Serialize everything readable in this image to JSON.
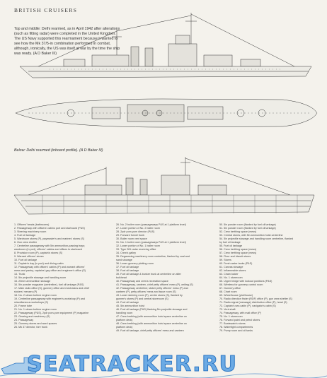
{
  "header": {
    "title": "BRITISH CRUISERS"
  },
  "captions": {
    "top": "Top and middle: Delhi rearmed, as in April 1942 after alterations (such as fitting radar) were completed in the United Kingdom. The US Navy supported this rearmament because it wanted to see how the Mk 37/5-in combination performed in combat, although, ironically, the US was itself at war by the time the ship was ready. (A D Baker III)",
    "mid": "Below: Delhi rearmed (inboard profile). (A D Baker III)"
  },
  "legend": {
    "col1": [
      "1. Officers' heads (bathrooms)",
      "2. Passageway with officers' cabins port and starboard (P&S)",
      "3. Steering machinery room",
      "4. Fuel oil tankage",
      "5. Wardroom stores (P), paymaster's and marines' stores (S)",
      "6. Gun crew shelter",
      "7. Centreline passageway with 5in ammunition-passing trays;",
      "   wardroom (in port), officers' cabins and offices to starboard",
      "8. Provision room (P), captain's stores (S)",
      "9. Warrant officers' stores",
      "10. Fuel oil tankage",
      "11. Captain's day (in port) and dining cabin",
      "12. Passageway with officers' cabins (P) and warrant officers'",
      "   mess and pantry, captains' gay office and engineer's office (S)",
      "13. Trunk",
      "14. 5in projectile stowage and handling room",
      "15. 20mm ammunition stowage",
      "16. 5in powder magazine (centreline), fuel oil tankage (P&S)",
      "17. Main radio office (S), gunnery office and mechanics and chief",
      "   stokers' messes (P)",
      "18. No. 2 steam turbine engine room",
      "19. Centreline passageway with engineer's workshop (P) and",
      "   miscellaneous workshops (S)",
      "20. Frame tube",
      "21. No. 1 steam turbine engine room",
      "22. Passageway (P&S), 2pdr pom-pom equipment (P) magazine",
      "23. Gearing and machinery (S)",
      "24. Passageway",
      "25. Gunnery stores and ward spaces",
      "26. Mk 37 director, fore trunk"
    ],
    "col2": [
      "26. No. 2 boiler room (passageways P&S at 1 platform level)",
      "27. Lower portion of No. 2 boiler room",
      "28. 2pdr pom-pom director (P&S)",
      "29. Forward funnel trunk",
      "30. Boiler room vent space",
      "31. No. 1 boiler room (passageways P&S at 1 platform level)",
      "32. Lower portion of No. 1 boiler room",
      "33. Type 281 radar receiving office",
      "34. Crew's galley",
      "35. Degaussing machinery room centreline, flanked by coal and",
      "   sand stowage",
      "36. Lower gunnery plotting room",
      "37. Fuel oil tankage",
      "38. Fuel oil tankage",
      "39. Fuel oil tankage & bunker trunk at centreline on after",
      "   bulkhead",
      "40. Passageway and crew's recreation space",
      "41. Passageway, canteen, chief petty officers' mess (P), writing (S)",
      "42. Passageway centreline; stoker petty officers' mess (P) and",
      "   canteen (P), petty officers' mess and issue room (S)",
      "43. Lower steering room (P), centre stores (S), flanked by",
      "   gunner's stores (P) and central storeroom (S)",
      "44. Fuel oil tankage",
      "45. 5in ammunition hoist",
      "46. Fuel oil tankage (P&S) flanking 5in projectile stowage and",
      "   handling room",
      "47. Crew berthing (with ammunition hoist space centreline on",
      "   platform deck)",
      "48. Crew berthing (with ammunition hoist space centreline on",
      "   platform deck)",
      "49. Fuel oil tankage, chief petty officers' mess and canteen"
    ],
    "col3": [
      "50. 5in powder room (flanked by fuel oil tankage)",
      "51. 5in powder room (flanked by fuel oil tankage)",
      "52. Crew berthing space (mess)",
      "53. Central stores, with 5in ammunition hoist centreline",
      "54. 5in projectile stowage and handling room centreline, flanked",
      "   by fuel oil tankage",
      "55. Fuel oil tankage",
      "56. Crew berthing space (mess)",
      "57. Crew berthing space (mess)",
      "58. Flour and biscuit stores",
      "59. Stores",
      "60. Fresh water tanks (P&S)",
      "61. Canvas stowage",
      "62. Inflammable stores",
      "63. Chain locker",
      "64. No. 1 storeroom",
      "65. Upper bridge with lookout positions (P&S)",
      "66. Wireless for gunnery control room",
      "67. Gunnery office",
      "68. Chart room",
      "69. Wheelhouse (plot/house)",
      "70. Radio direction finder (RDF) office (P), gun crew shelter (S)",
      "71. Radio signal (message) distribution office (P), head (S)",
      "72. Captain's sea cabin (P), navigator's cabin (S)",
      "73. Vent shaft",
      "74. Passageway, with mail office (P)",
      "75. No. 1 storeroom",
      "76. Forward paint and petrol stores",
      "77. Boatswain's stores",
      "78. Watertight compartments",
      "79. Pump room and oil tanks"
    ]
  },
  "watermark": {
    "text": "SEATRACKER.RU"
  }
}
